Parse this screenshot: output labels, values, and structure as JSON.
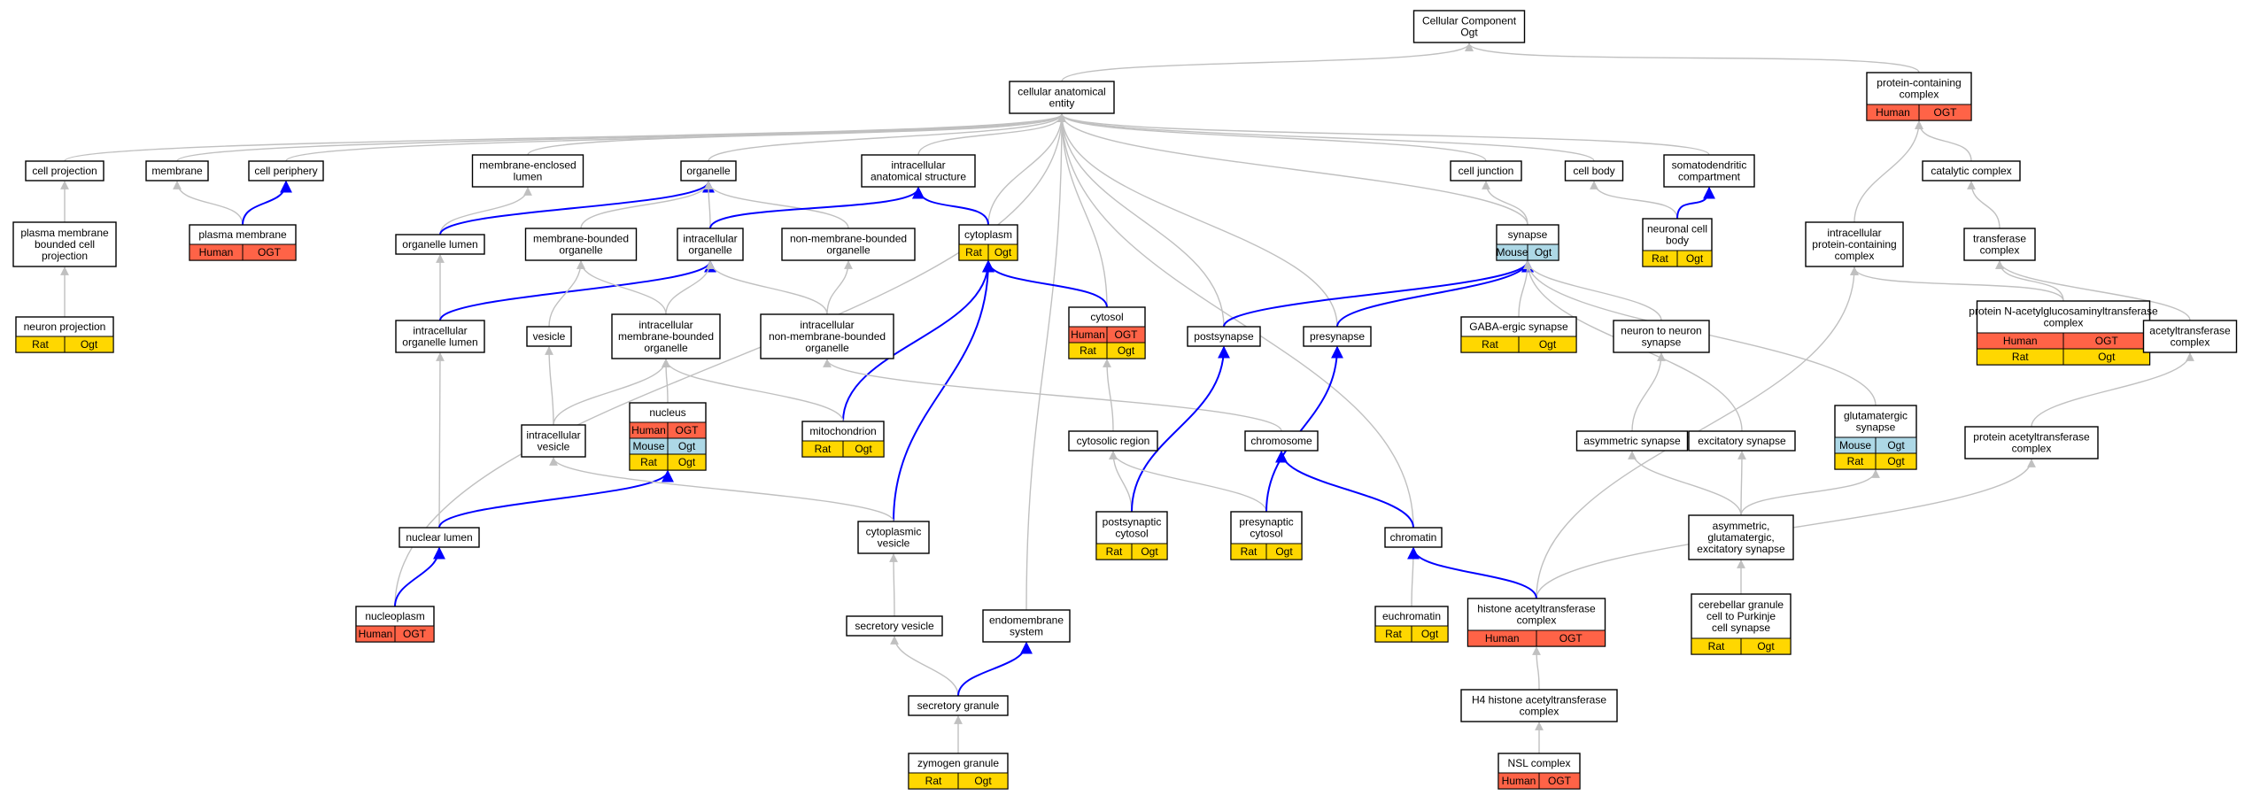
{
  "colors": {
    "Human": "#ff6347",
    "Mouse": "#add8e6",
    "Rat": "#ffd700",
    "grey_edge": "#c0c0c0",
    "blue_edge": "#0000ff"
  },
  "nodes": [
    {
      "id": "cc",
      "label": [
        "Cellular Component",
        "Ogt"
      ],
      "ann": []
    },
    {
      "id": "cae",
      "label": [
        "cellular anatomical",
        "entity"
      ],
      "ann": []
    },
    {
      "id": "pcc",
      "label": [
        "protein-containing",
        "complex"
      ],
      "ann": [
        [
          "Human",
          "OGT"
        ]
      ]
    },
    {
      "id": "cellproj",
      "label": [
        "cell projection"
      ],
      "ann": []
    },
    {
      "id": "membrane",
      "label": [
        "membrane"
      ],
      "ann": []
    },
    {
      "id": "cellper",
      "label": [
        "cell periphery"
      ],
      "ann": []
    },
    {
      "id": "memlumen",
      "label": [
        "membrane-enclosed",
        "lumen"
      ],
      "ann": []
    },
    {
      "id": "organelle",
      "label": [
        "organelle"
      ],
      "ann": []
    },
    {
      "id": "ias",
      "label": [
        "intracellular",
        "anatomical structure"
      ],
      "ann": []
    },
    {
      "id": "celljunc",
      "label": [
        "cell junction"
      ],
      "ann": []
    },
    {
      "id": "cellbody",
      "label": [
        "cell body"
      ],
      "ann": []
    },
    {
      "id": "somato",
      "label": [
        "somatodendritic",
        "compartment"
      ],
      "ann": []
    },
    {
      "id": "catcomplex",
      "label": [
        "catalytic complex"
      ],
      "ann": []
    },
    {
      "id": "pmbcp",
      "label": [
        "plasma membrane",
        "bounded cell",
        "projection"
      ],
      "ann": []
    },
    {
      "id": "plasmamem",
      "label": [
        "plasma membrane"
      ],
      "ann": [
        [
          "Human",
          "OGT"
        ]
      ]
    },
    {
      "id": "orglumen",
      "label": [
        "organelle lumen"
      ],
      "ann": []
    },
    {
      "id": "mbo",
      "label": [
        "membrane-bounded",
        "organelle"
      ],
      "ann": []
    },
    {
      "id": "intorg",
      "label": [
        "intracellular",
        "organelle"
      ],
      "ann": []
    },
    {
      "id": "nmbo",
      "label": [
        "non-membrane-bounded",
        "organelle"
      ],
      "ann": []
    },
    {
      "id": "cytoplasm",
      "label": [
        "cytoplasm"
      ],
      "ann": [
        [
          "Rat",
          "Ogt"
        ]
      ]
    },
    {
      "id": "synapse",
      "label": [
        "synapse"
      ],
      "ann": [
        [
          "Mouse",
          "Ogt"
        ]
      ]
    },
    {
      "id": "ncb",
      "label": [
        "neuronal cell",
        "body"
      ],
      "ann": [
        [
          "Rat",
          "Ogt"
        ]
      ]
    },
    {
      "id": "ipcc",
      "label": [
        "intracellular",
        "protein-containing",
        "complex"
      ],
      "ann": []
    },
    {
      "id": "transferase",
      "label": [
        "transferase",
        "complex"
      ],
      "ann": []
    },
    {
      "id": "neuronproj",
      "label": [
        "neuron projection"
      ],
      "ann": [
        [
          "Rat",
          "Ogt"
        ]
      ]
    },
    {
      "id": "iol",
      "label": [
        "intracellular",
        "organelle lumen"
      ],
      "ann": []
    },
    {
      "id": "vesicle",
      "label": [
        "vesicle"
      ],
      "ann": []
    },
    {
      "id": "imbo",
      "label": [
        "intracellular",
        "membrane-bounded",
        "organelle"
      ],
      "ann": []
    },
    {
      "id": "inmbo",
      "label": [
        "intracellular",
        "non-membrane-bounded",
        "organelle"
      ],
      "ann": []
    },
    {
      "id": "cytosol",
      "label": [
        "cytosol"
      ],
      "ann": [
        [
          "Human",
          "OGT"
        ],
        [
          "Rat",
          "Ogt"
        ]
      ]
    },
    {
      "id": "postsyn",
      "label": [
        "postsynapse"
      ],
      "ann": []
    },
    {
      "id": "presyn",
      "label": [
        "presynapse"
      ],
      "ann": []
    },
    {
      "id": "gaba",
      "label": [
        "GABA-ergic synapse"
      ],
      "ann": [
        [
          "Rat",
          "Ogt"
        ]
      ]
    },
    {
      "id": "n2n",
      "label": [
        "neuron to neuron",
        "synapse"
      ],
      "ann": []
    },
    {
      "id": "pnagt",
      "label": [
        "protein N-acetylglucosaminyltransferase",
        "complex"
      ],
      "ann": [
        [
          "Human",
          "OGT"
        ],
        [
          "Rat",
          "Ogt"
        ]
      ]
    },
    {
      "id": "acetyltrans",
      "label": [
        "acetyltransferase",
        "complex"
      ],
      "ann": []
    },
    {
      "id": "nucleus",
      "label": [
        "nucleus"
      ],
      "ann": [
        [
          "Human",
          "OGT"
        ],
        [
          "Mouse",
          "Ogt"
        ],
        [
          "Rat",
          "Ogt"
        ]
      ]
    },
    {
      "id": "intves",
      "label": [
        "intracellular",
        "vesicle"
      ],
      "ann": []
    },
    {
      "id": "mito",
      "label": [
        "mitochondrion"
      ],
      "ann": [
        [
          "Rat",
          "Ogt"
        ]
      ]
    },
    {
      "id": "cytoregion",
      "label": [
        "cytosolic region"
      ],
      "ann": []
    },
    {
      "id": "chromosome",
      "label": [
        "chromosome"
      ],
      "ann": []
    },
    {
      "id": "asymsyn",
      "label": [
        "asymmetric synapse"
      ],
      "ann": []
    },
    {
      "id": "excsyn",
      "label": [
        "excitatory synapse"
      ],
      "ann": []
    },
    {
      "id": "glusyn",
      "label": [
        "glutamatergic",
        "synapse"
      ],
      "ann": [
        [
          "Mouse",
          "Ogt"
        ],
        [
          "Rat",
          "Ogt"
        ]
      ]
    },
    {
      "id": "pat",
      "label": [
        "protein acetyltransferase",
        "complex"
      ],
      "ann": []
    },
    {
      "id": "nuclumen",
      "label": [
        "nuclear lumen"
      ],
      "ann": []
    },
    {
      "id": "cytoves",
      "label": [
        "cytoplasmic",
        "vesicle"
      ],
      "ann": []
    },
    {
      "id": "postcyto",
      "label": [
        "postsynaptic",
        "cytosol"
      ],
      "ann": [
        [
          "Rat",
          "Ogt"
        ]
      ]
    },
    {
      "id": "precyto",
      "label": [
        "presynaptic",
        "cytosol"
      ],
      "ann": [
        [
          "Rat",
          "Ogt"
        ]
      ]
    },
    {
      "id": "chromatin",
      "label": [
        "chromatin"
      ],
      "ann": []
    },
    {
      "id": "ages",
      "label": [
        "asymmetric,",
        "glutamatergic,",
        "excitatory synapse"
      ],
      "ann": []
    },
    {
      "id": "nucleoplasm",
      "label": [
        "nucleoplasm"
      ],
      "ann": [
        [
          "Human",
          "OGT"
        ]
      ]
    },
    {
      "id": "secves",
      "label": [
        "secretory vesicle"
      ],
      "ann": []
    },
    {
      "id": "endomem",
      "label": [
        "endomembrane",
        "system"
      ],
      "ann": []
    },
    {
      "id": "euchromatin",
      "label": [
        "euchromatin"
      ],
      "ann": [
        [
          "Rat",
          "Ogt"
        ]
      ]
    },
    {
      "id": "hat",
      "label": [
        "histone acetyltransferase",
        "complex"
      ],
      "ann": [
        [
          "Human",
          "OGT"
        ]
      ]
    },
    {
      "id": "cgcp",
      "label": [
        "cerebellar granule",
        "cell to Purkinje",
        "cell synapse"
      ],
      "ann": [
        [
          "Rat",
          "Ogt"
        ]
      ]
    },
    {
      "id": "secgran",
      "label": [
        "secretory granule"
      ],
      "ann": []
    },
    {
      "id": "h4hat",
      "label": [
        "H4 histone acetyltransferase",
        "complex"
      ],
      "ann": []
    },
    {
      "id": "zymogen",
      "label": [
        "zymogen granule"
      ],
      "ann": [
        [
          "Rat",
          "Ogt"
        ]
      ]
    },
    {
      "id": "nsl",
      "label": [
        "NSL complex"
      ],
      "ann": [
        [
          "Human",
          "OGT"
        ]
      ]
    }
  ],
  "edges": [
    [
      "cae",
      "cc",
      "grey"
    ],
    [
      "pcc",
      "cc",
      "grey"
    ],
    [
      "cellproj",
      "cae",
      "grey"
    ],
    [
      "membrane",
      "cae",
      "grey"
    ],
    [
      "cellper",
      "cae",
      "grey"
    ],
    [
      "memlumen",
      "cae",
      "grey"
    ],
    [
      "organelle",
      "cae",
      "grey"
    ],
    [
      "ias",
      "cae",
      "grey"
    ],
    [
      "celljunc",
      "cae",
      "grey"
    ],
    [
      "cellbody",
      "cae",
      "grey"
    ],
    [
      "somato",
      "cae",
      "grey"
    ],
    [
      "cytoplasm",
      "cae",
      "grey"
    ],
    [
      "cytosol",
      "cae",
      "grey"
    ],
    [
      "postsyn",
      "cae",
      "grey"
    ],
    [
      "presyn",
      "cae",
      "grey"
    ],
    [
      "synapse",
      "cae",
      "grey"
    ],
    [
      "nucleoplasm",
      "cae",
      "grey"
    ],
    [
      "endomem",
      "cae",
      "grey"
    ],
    [
      "chromatin",
      "cae",
      "grey"
    ],
    [
      "catcomplex",
      "pcc",
      "grey"
    ],
    [
      "ipcc",
      "pcc",
      "grey"
    ],
    [
      "pmbcp",
      "cellproj",
      "grey"
    ],
    [
      "neuronproj",
      "pmbcp",
      "grey"
    ],
    [
      "plasmamem",
      "membrane",
      "grey"
    ],
    [
      "plasmamem",
      "cellper",
      "blue"
    ],
    [
      "orglumen",
      "memlumen",
      "grey"
    ],
    [
      "orglumen",
      "organelle",
      "blue"
    ],
    [
      "mbo",
      "organelle",
      "grey"
    ],
    [
      "intorg",
      "organelle",
      "grey"
    ],
    [
      "nmbo",
      "organelle",
      "grey"
    ],
    [
      "intorg",
      "ias",
      "blue"
    ],
    [
      "cytoplasm",
      "ias",
      "blue"
    ],
    [
      "synapse",
      "celljunc",
      "grey"
    ],
    [
      "ncb",
      "cellbody",
      "grey"
    ],
    [
      "ncb",
      "somato",
      "blue"
    ],
    [
      "transferase",
      "catcomplex",
      "grey"
    ],
    [
      "iol",
      "orglumen",
      "grey"
    ],
    [
      "iol",
      "intorg",
      "blue"
    ],
    [
      "vesicle",
      "mbo",
      "grey"
    ],
    [
      "imbo",
      "mbo",
      "grey"
    ],
    [
      "imbo",
      "intorg",
      "grey"
    ],
    [
      "inmbo",
      "intorg",
      "grey"
    ],
    [
      "inmbo",
      "nmbo",
      "grey"
    ],
    [
      "cytosol",
      "cytoplasm",
      "blue"
    ],
    [
      "mito",
      "cytoplasm",
      "blue"
    ],
    [
      "cytoves",
      "cytoplasm",
      "blue"
    ],
    [
      "postsyn",
      "synapse",
      "blue"
    ],
    [
      "presyn",
      "synapse",
      "blue"
    ],
    [
      "gaba",
      "synapse",
      "grey"
    ],
    [
      "n2n",
      "synapse",
      "grey"
    ],
    [
      "excsyn",
      "synapse",
      "grey"
    ],
    [
      "glusyn",
      "synapse",
      "grey"
    ],
    [
      "pnagt",
      "ipcc",
      "grey"
    ],
    [
      "pnagt",
      "transferase",
      "grey"
    ],
    [
      "hat",
      "ipcc",
      "grey"
    ],
    [
      "acetyltrans",
      "transferase",
      "grey"
    ],
    [
      "pat",
      "acetyltrans",
      "grey"
    ],
    [
      "intves",
      "vesicle",
      "grey"
    ],
    [
      "intves",
      "imbo",
      "grey"
    ],
    [
      "nucleus",
      "imbo",
      "grey"
    ],
    [
      "mito",
      "imbo",
      "grey"
    ],
    [
      "chromosome",
      "inmbo",
      "grey"
    ],
    [
      "cytoregion",
      "cytosol",
      "grey"
    ],
    [
      "asymsyn",
      "n2n",
      "grey"
    ],
    [
      "ages",
      "asymsyn",
      "grey"
    ],
    [
      "ages",
      "excsyn",
      "grey"
    ],
    [
      "ages",
      "glusyn",
      "grey"
    ],
    [
      "cgcp",
      "ages",
      "grey"
    ],
    [
      "hat",
      "pat",
      "grey"
    ],
    [
      "nuclumen",
      "iol",
      "grey"
    ],
    [
      "nuclumen",
      "nucleus",
      "blue"
    ],
    [
      "cytoves",
      "intves",
      "grey"
    ],
    [
      "postcyto",
      "cytoregion",
      "grey"
    ],
    [
      "postcyto",
      "postsyn",
      "blue"
    ],
    [
      "precyto",
      "cytoregion",
      "grey"
    ],
    [
      "precyto",
      "presyn",
      "blue"
    ],
    [
      "chromatin",
      "chromosome",
      "blue"
    ],
    [
      "nucleoplasm",
      "nuclumen",
      "blue"
    ],
    [
      "secves",
      "cytoves",
      "grey"
    ],
    [
      "secgran",
      "secves",
      "grey"
    ],
    [
      "secgran",
      "endomem",
      "blue"
    ],
    [
      "euchromatin",
      "chromatin",
      "grey"
    ],
    [
      "hat",
      "chromatin",
      "blue"
    ],
    [
      "h4hat",
      "hat",
      "grey"
    ],
    [
      "zymogen",
      "secgran",
      "grey"
    ],
    [
      "nsl",
      "h4hat",
      "grey"
    ]
  ]
}
